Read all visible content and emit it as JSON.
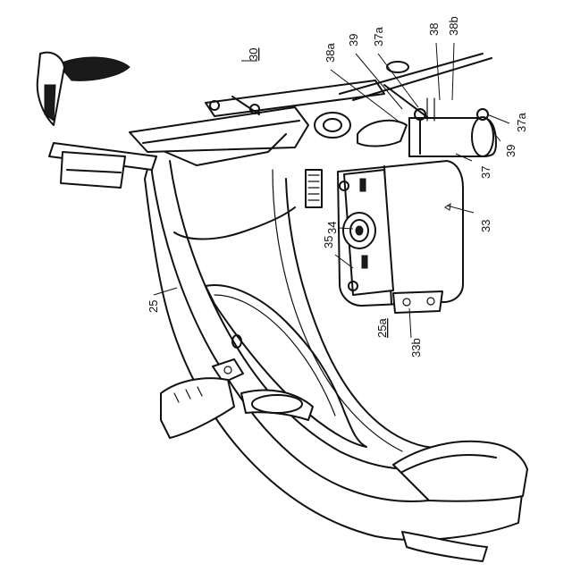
{
  "figure": {
    "labels": {
      "n30": "30",
      "n38a": "38a",
      "n39_top": "39",
      "n37a_top": "37a",
      "n38": "38",
      "n38b": "38b",
      "n37a_right": "37a",
      "n39_right": "39",
      "n37": "37",
      "n33": "33",
      "n34": "34",
      "n35": "35",
      "n25": "25",
      "n25a": "25a",
      "n33b": "33b"
    }
  }
}
